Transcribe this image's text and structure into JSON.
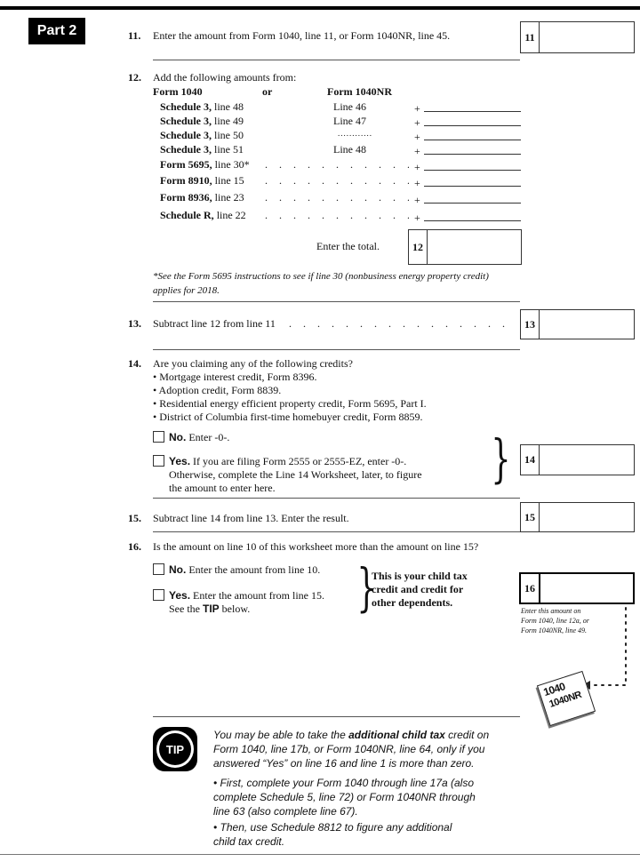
{
  "part": "Part 2",
  "line11": {
    "num": "11.",
    "text": "Enter the amount from Form 1040, line 11, or Form 1040NR, line 45.",
    "box": "11"
  },
  "line12": {
    "num": "12.",
    "intro": "Add the following amounts from:",
    "col1_head": "Form 1040",
    "or": "or",
    "col2_head": "Form 1040NR",
    "rows": [
      {
        "b": "Schedule 3,",
        "t": " line 48",
        "nr": "Line 46"
      },
      {
        "b": "Schedule 3,",
        "t": " line 49",
        "nr": "Line 47"
      },
      {
        "b": "Schedule 3,",
        "t": " line 50",
        "nr": "............"
      },
      {
        "b": "Schedule 3,",
        "t": " line 51",
        "nr": "Line 48"
      },
      {
        "b": "Form 5695,",
        "t": " line 30*",
        "nr": ""
      },
      {
        "b": "Form 8910,",
        "t": " line 15",
        "nr": ""
      },
      {
        "b": "Form 8936,",
        "t": " line 23",
        "nr": ""
      },
      {
        "b": "Schedule R,",
        "t": " line 22",
        "nr": ""
      }
    ],
    "plus": "+",
    "total_text": "Enter the total.",
    "box": "12",
    "footnote": "*See the Form 5695 instructions to see if line 30 (nonbusiness energy property credit) applies for 2018."
  },
  "line13": {
    "num": "13.",
    "text": "Subtract line 12 from line 11",
    "box": "13"
  },
  "line14": {
    "num": "14.",
    "question": "Are you claiming any of the following credits?",
    "bullets": [
      "Mortgage interest credit, Form 8396.",
      "Adoption credit, Form 8839.",
      "Residential energy efficient property credit, Form 5695, Part I.",
      "District of Columbia first-time homebuyer credit, Form 8859."
    ],
    "no_label": "No.",
    "no_text": " Enter -0-.",
    "yes_label": "Yes.",
    "yes_line1": " If you are filing Form 2555 or 2555-EZ, enter -0-.",
    "yes_line2": "Otherwise, complete the Line 14 Worksheet, later, to figure",
    "yes_line3": "the amount to enter here.",
    "box": "14"
  },
  "line15": {
    "num": "15.",
    "text": "Subtract line 14 from line 13. Enter the result.",
    "box": "15"
  },
  "line16": {
    "num": "16.",
    "question": "Is the amount on line 10 of this worksheet more than the amount on line 15?",
    "no_label": "No.",
    "no_text": " Enter the amount from line 10.",
    "yes_label": "Yes.",
    "yes_text": " Enter the amount from line 15.",
    "see_pre": "See the ",
    "see_tip": "TIP",
    "see_post": " below.",
    "result_1": "This is your child tax",
    "result_2": "credit and credit for",
    "result_3": "other dependents.",
    "box": "16",
    "note_1": "Enter this amount on",
    "note_2": "Form 1040, line 12a, or",
    "note_3": "Form 1040NR, line 49.",
    "form_1": "1040",
    "form_2": "1040NR"
  },
  "tip": {
    "badge": "TIP",
    "p1_a": "You may be able to take the ",
    "p1_b": "additional child tax",
    "p1_c": " credit on",
    "p1_l2": "Form 1040, line 17b, or Form 1040NR, line 64, only if you",
    "p1_l3": "answered “Yes” on line 16 and line 1 is more than zero.",
    "b1_l1": "•  First, complete your Form 1040 through line 17a (also",
    "b1_l2": "complete Schedule 5, line 72) or Form 1040NR through",
    "b1_l3": "line 63 (also complete line 67).",
    "b2_l1": "•  Then, use Schedule 8812 to figure any additional",
    "b2_l2": "child tax credit."
  }
}
